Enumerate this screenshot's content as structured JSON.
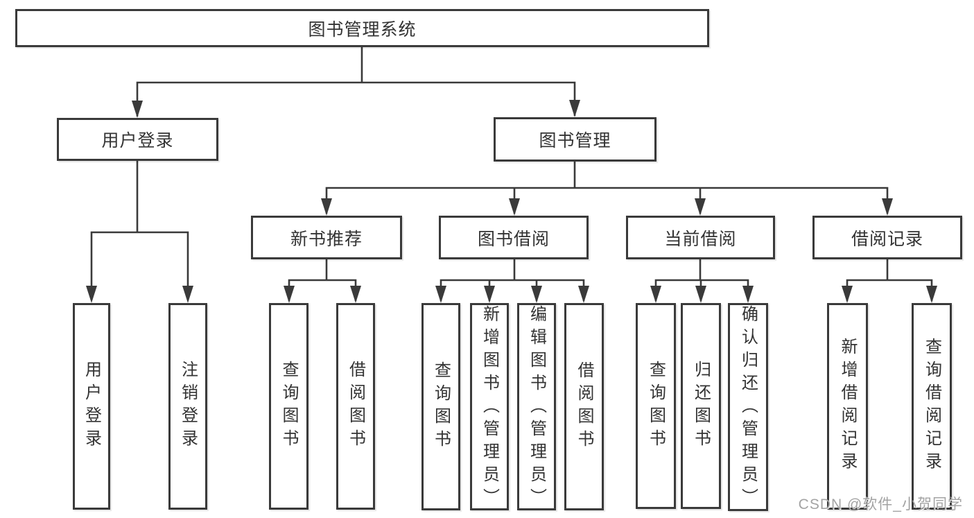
{
  "diagram": {
    "title": "图书管理系统",
    "watermark": "CSDN @软件_小贺同学",
    "colors": {
      "line": "#3a3a3a",
      "text": "#333333",
      "box_background": "#ffffff",
      "watermark": "#9e9e9e"
    },
    "nodes": [
      {
        "id": "root",
        "label": "图书管理系统",
        "parent": null
      },
      {
        "id": "user-login",
        "label": "用户登录",
        "parent": "root"
      },
      {
        "id": "book-management",
        "label": "图书管理",
        "parent": "root"
      },
      {
        "id": "new-book-recommend",
        "label": "新书推荐",
        "parent": "book-management"
      },
      {
        "id": "book-borrow",
        "label": "图书借阅",
        "parent": "book-management"
      },
      {
        "id": "current-borrow",
        "label": "当前借阅",
        "parent": "book-management"
      },
      {
        "id": "borrow-record",
        "label": "借阅记录",
        "parent": "book-management"
      },
      {
        "id": "leaf-user-login",
        "label": "用户登录",
        "parent": "user-login"
      },
      {
        "id": "leaf-logout",
        "label": "注销登录",
        "parent": "user-login"
      },
      {
        "id": "leaf-query-book-1",
        "label": "查询图书",
        "parent": "new-book-recommend"
      },
      {
        "id": "leaf-borrow-book-1",
        "label": "借阅图书",
        "parent": "new-book-recommend"
      },
      {
        "id": "leaf-query-book-2",
        "label": "查询图书",
        "parent": "book-borrow"
      },
      {
        "id": "leaf-add-book",
        "label": "新增图书（管理员）",
        "parent": "book-borrow"
      },
      {
        "id": "leaf-edit-book",
        "label": "编辑图书（管理员）",
        "parent": "book-borrow"
      },
      {
        "id": "leaf-borrow-book-2",
        "label": "借阅图书",
        "parent": "book-borrow"
      },
      {
        "id": "leaf-query-book-3",
        "label": "查询图书",
        "parent": "current-borrow"
      },
      {
        "id": "leaf-return-book",
        "label": "归还图书",
        "parent": "current-borrow"
      },
      {
        "id": "leaf-confirm-return",
        "label": "确认归还（管理员）",
        "parent": "current-borrow"
      },
      {
        "id": "leaf-add-borrow-record",
        "label": "新增借阅记录",
        "parent": "borrow-record"
      },
      {
        "id": "leaf-query-borrow-record",
        "label": "查询借阅记录",
        "parent": "borrow-record"
      }
    ]
  }
}
